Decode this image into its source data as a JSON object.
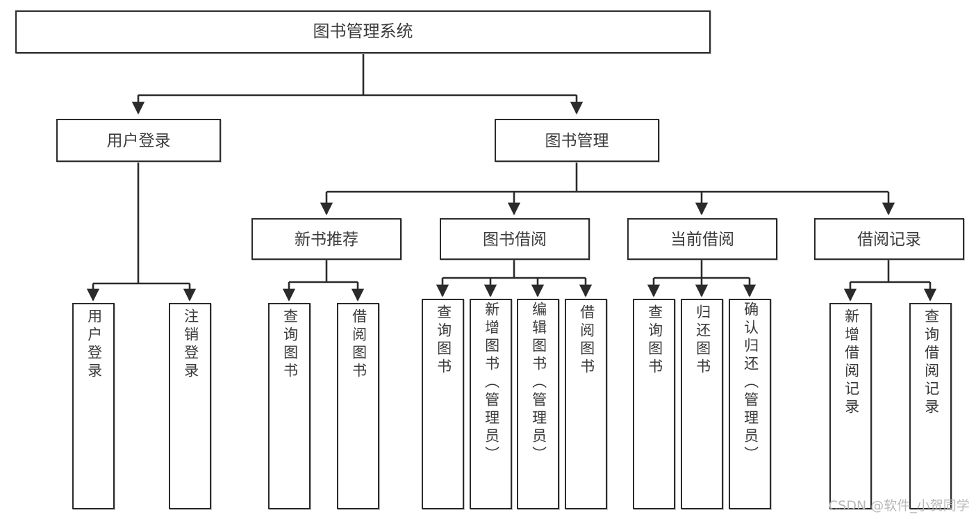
{
  "diagram": {
    "type": "tree-hierarchy-flowchart",
    "title": "图书管理系统",
    "watermark": "CSDN @软件_小贺同学",
    "colors": {
      "box_border": "#2b2b2b",
      "box_fill": "#ffffff",
      "text": "#3a3a3a",
      "connector": "#2b2b2b",
      "watermark": "#b8b8b8"
    },
    "root": {
      "label": "图书管理系统"
    },
    "level2": [
      {
        "label": "用户登录"
      },
      {
        "label": "图书管理"
      }
    ],
    "level3": [
      {
        "label": "新书推荐"
      },
      {
        "label": "图书借阅"
      },
      {
        "label": "当前借阅"
      },
      {
        "label": "借阅记录"
      }
    ],
    "leaves": {
      "user_login": [
        {
          "label": "用户登录"
        },
        {
          "label": "注销登录"
        }
      ],
      "new_book_recommend": [
        {
          "label": "查询图书"
        },
        {
          "label": "借阅图书"
        }
      ],
      "book_borrow": [
        {
          "label": "查询图书"
        },
        {
          "label": "新增图书（管理员）"
        },
        {
          "label": "编辑图书（管理员）"
        },
        {
          "label": "借阅图书"
        }
      ],
      "current_borrow": [
        {
          "label": "查询图书"
        },
        {
          "label": "归还图书"
        },
        {
          "label": "确认归还（管理员）"
        }
      ],
      "borrow_record": [
        {
          "label": "新增借阅记录"
        },
        {
          "label": "查询借阅记录"
        }
      ]
    }
  }
}
